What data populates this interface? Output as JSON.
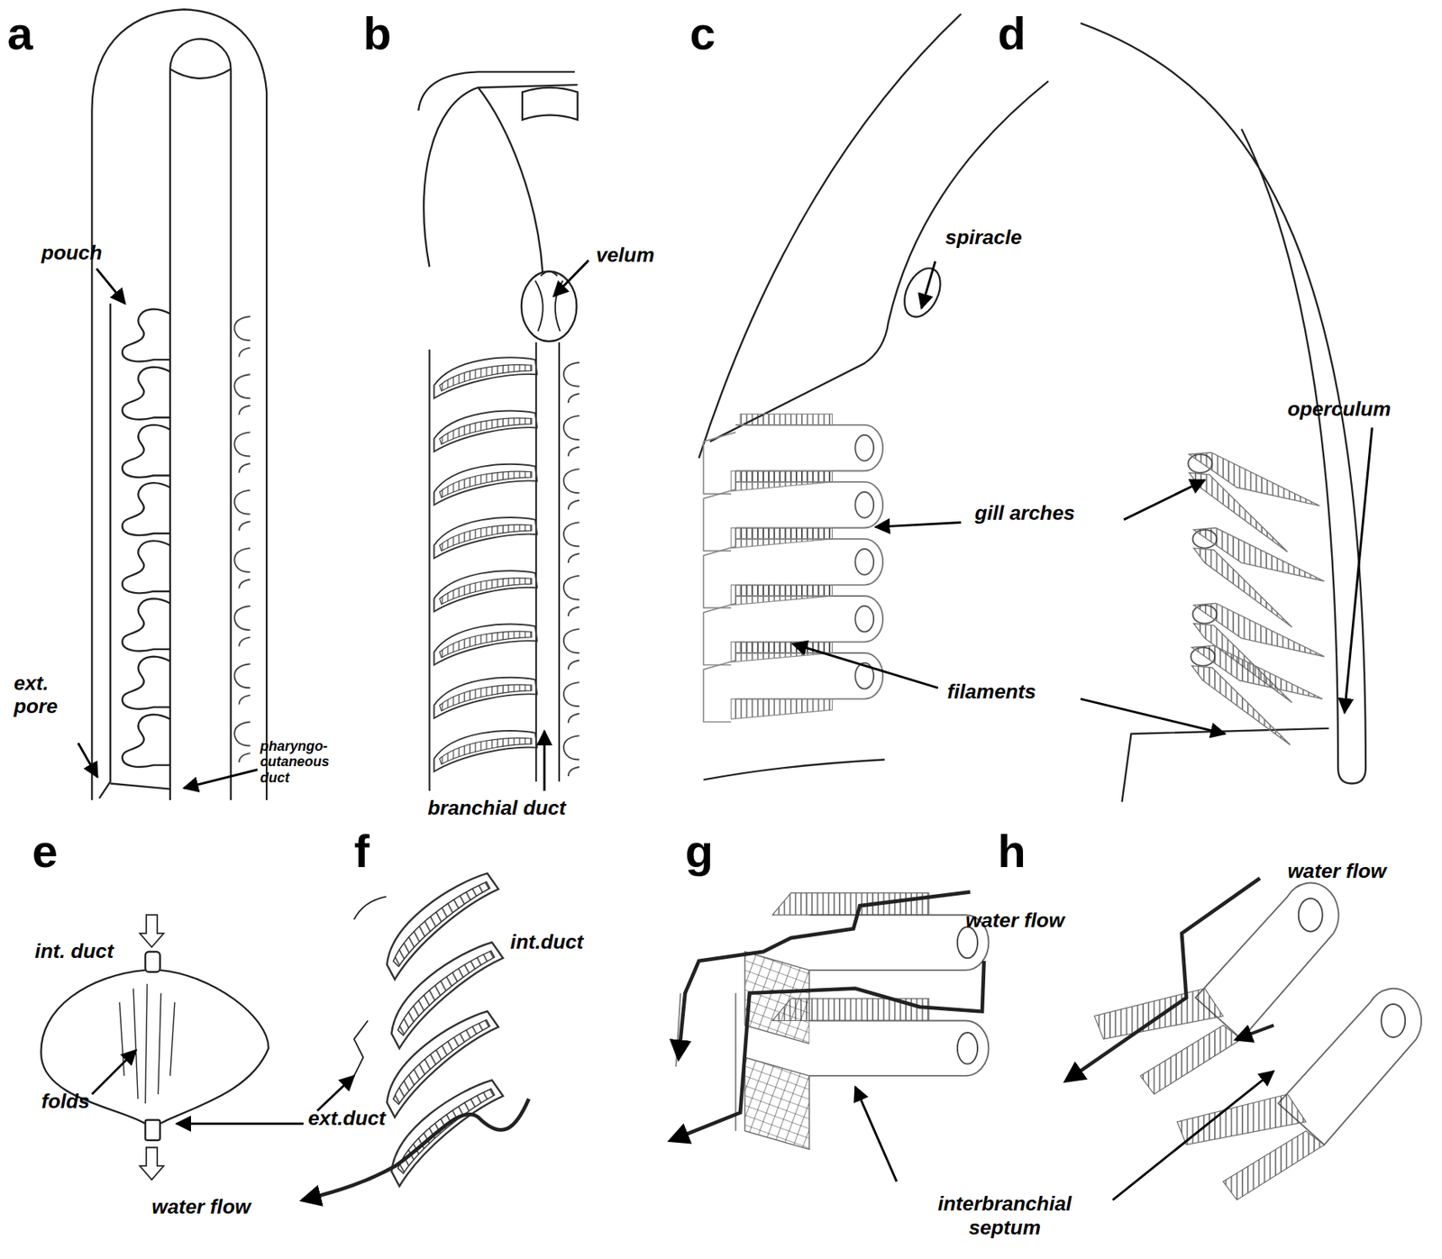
{
  "diagram": {
    "labels": [
      "a",
      "b",
      "c",
      "d",
      "pouch",
      "velum",
      "spiracle",
      "operculum",
      "gill arches",
      "ext. pore",
      "pharyngo- cutaneous duct",
      "filaments",
      "branchial duct",
      "e",
      "f",
      "g",
      "h",
      "water flow",
      "water flow",
      "int.duct",
      "int. duct",
      "folds",
      "ext.duct",
      "interbranchial septum",
      "water flow"
    ]
  }
}
